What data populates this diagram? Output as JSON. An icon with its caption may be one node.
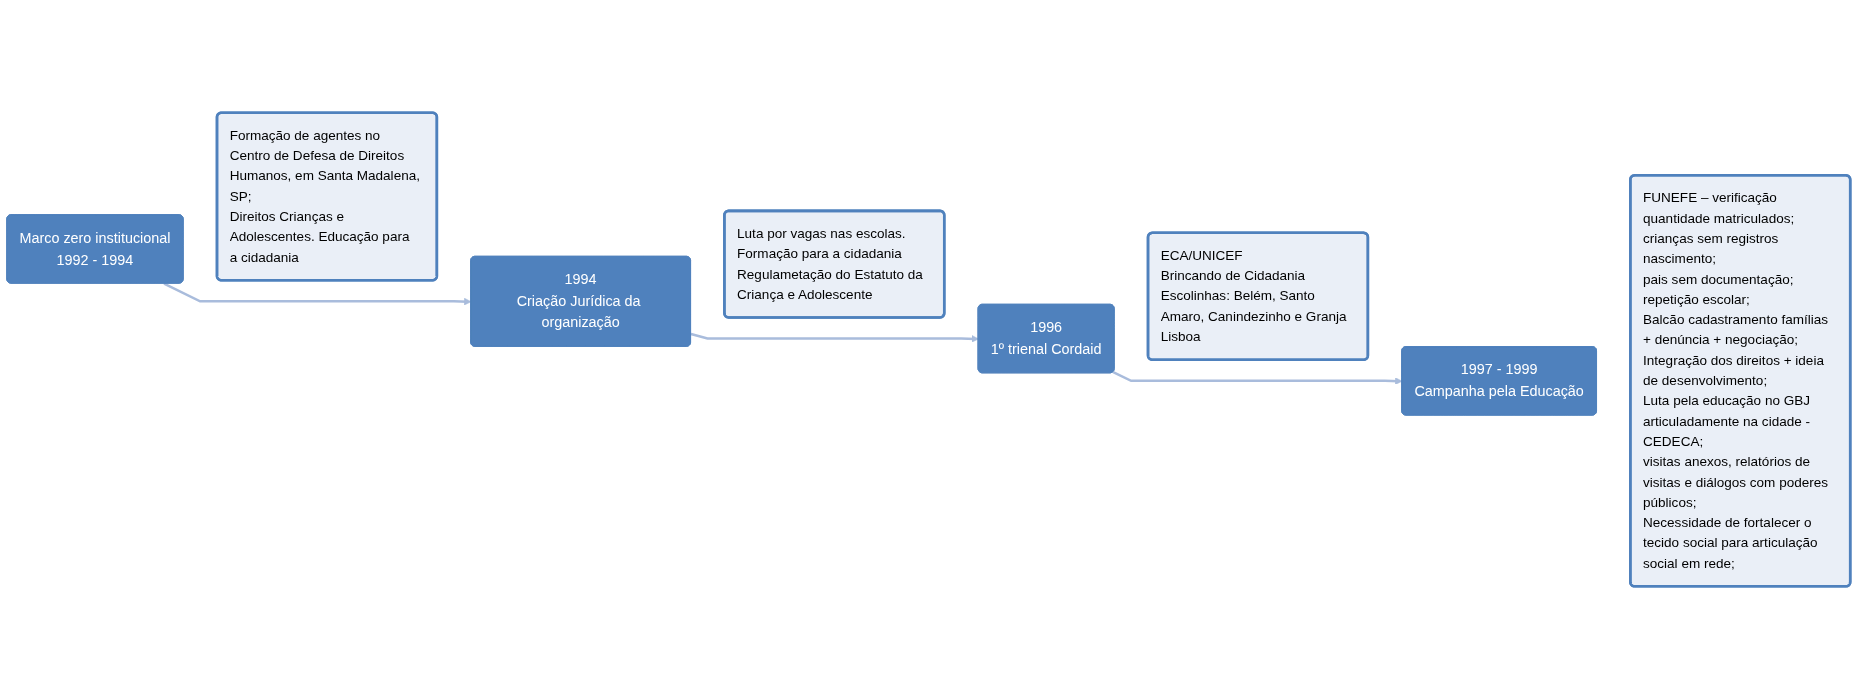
{
  "diagram": {
    "nodes": [
      {
        "text": [
          "Marco zero institucional",
          "1992 - 1994"
        ]
      },
      {
        "text": [
          "Formação de agentes no Centro de Defesa de Direitos Humanos, em Santa Madalena, SP;",
          "Direitos Crianças e Adolescentes. Educação para a cidadania"
        ]
      },
      {
        "text": [
          "1994",
          "Criação Jurídica da organização"
        ]
      },
      {
        "text": [
          "Luta por vagas nas escolas. Formação para a cidadania",
          "Regulametação do Estatuto da Criança e Adolescente"
        ]
      },
      {
        "text": [
          "1996",
          "1º trienal Cordaid"
        ]
      },
      {
        "text": [
          "ECA/UNICEF",
          "Brincando de Cidadania",
          "Escolinhas: Belém, Santo Amaro, Canindezinho e Granja Lisboa"
        ]
      },
      {
        "text": [
          "1997 - 1999",
          "Campanha pela Educação"
        ]
      },
      {
        "text": [
          "FUNEFE – verificação quantidade matriculados;",
          "crianças sem registros nascimento;",
          "pais sem documentação;",
          "repetição escolar;",
          "Balcão cadastramento famílias + denúncia + negociação;",
          "Integração dos direitos + ideia de desenvolvimento;",
          "Luta pela educação no GBJ articuladamente na cidade - CEDECA;",
          "visitas anexos, relatórios de visitas e diálogos com poderes públicos;",
          "Necessidade de fortalecer o tecido social para articulação social em rede;"
        ]
      }
    ],
    "edges": [
      {
        "from": 0,
        "to": 2,
        "arrow": "to"
      },
      {
        "from": 2,
        "to": 4,
        "arrow": "to"
      },
      {
        "from": 4,
        "to": 6,
        "arrow": "to"
      }
    ]
  }
}
